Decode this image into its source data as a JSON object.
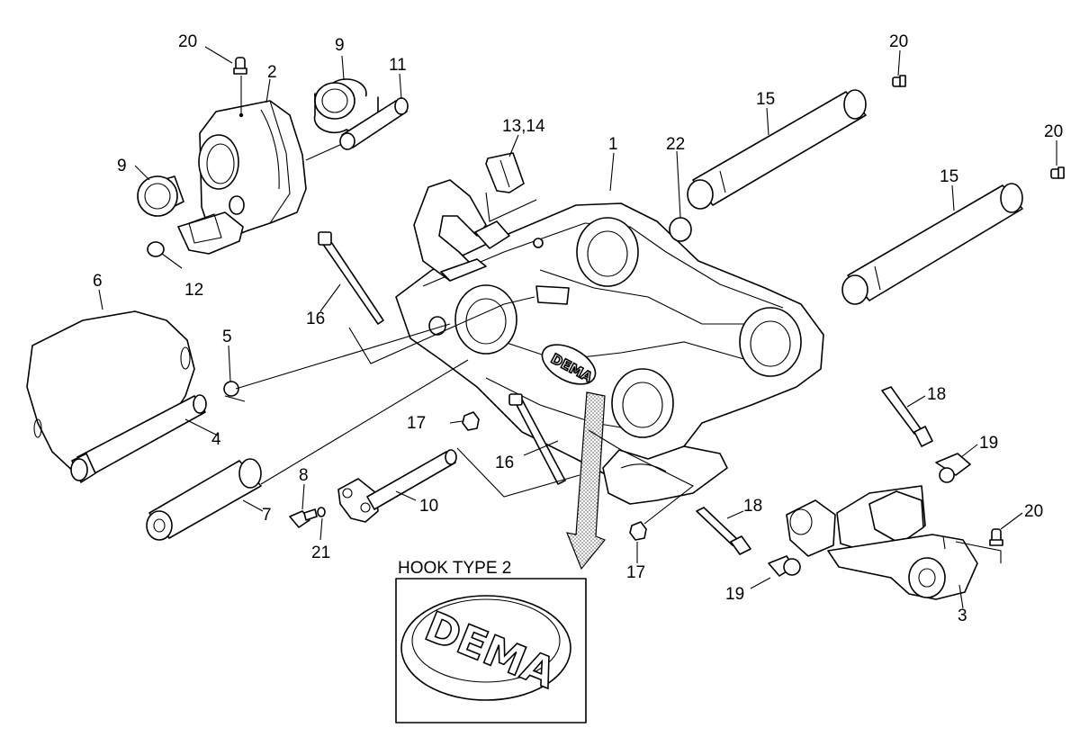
{
  "inset_caption": "HOOK TYPE 2",
  "brand_logo": "DEMA",
  "callouts": [
    {
      "id": "c20a",
      "text": "20"
    },
    {
      "id": "c2",
      "text": "2"
    },
    {
      "id": "c9a",
      "text": "9"
    },
    {
      "id": "c11",
      "text": "11"
    },
    {
      "id": "c9b",
      "text": "9"
    },
    {
      "id": "c12",
      "text": "12"
    },
    {
      "id": "c1314",
      "text": "13,14"
    },
    {
      "id": "c1",
      "text": "1"
    },
    {
      "id": "c22",
      "text": "22"
    },
    {
      "id": "c15a",
      "text": "15"
    },
    {
      "id": "c20b",
      "text": "20"
    },
    {
      "id": "c20c",
      "text": "20"
    },
    {
      "id": "c15b",
      "text": "15"
    },
    {
      "id": "c6",
      "text": "6"
    },
    {
      "id": "c16a",
      "text": "16"
    },
    {
      "id": "c5",
      "text": "5"
    },
    {
      "id": "c4",
      "text": "4"
    },
    {
      "id": "c17a",
      "text": "17"
    },
    {
      "id": "c16b",
      "text": "16"
    },
    {
      "id": "c18a",
      "text": "18"
    },
    {
      "id": "c19a",
      "text": "19"
    },
    {
      "id": "c7",
      "text": "7"
    },
    {
      "id": "c8",
      "text": "8"
    },
    {
      "id": "c10",
      "text": "10"
    },
    {
      "id": "c21",
      "text": "21"
    },
    {
      "id": "c18b",
      "text": "18"
    },
    {
      "id": "c20d",
      "text": "20"
    },
    {
      "id": "c19b",
      "text": "19"
    },
    {
      "id": "c17b",
      "text": "17"
    },
    {
      "id": "c3",
      "text": "3"
    }
  ]
}
